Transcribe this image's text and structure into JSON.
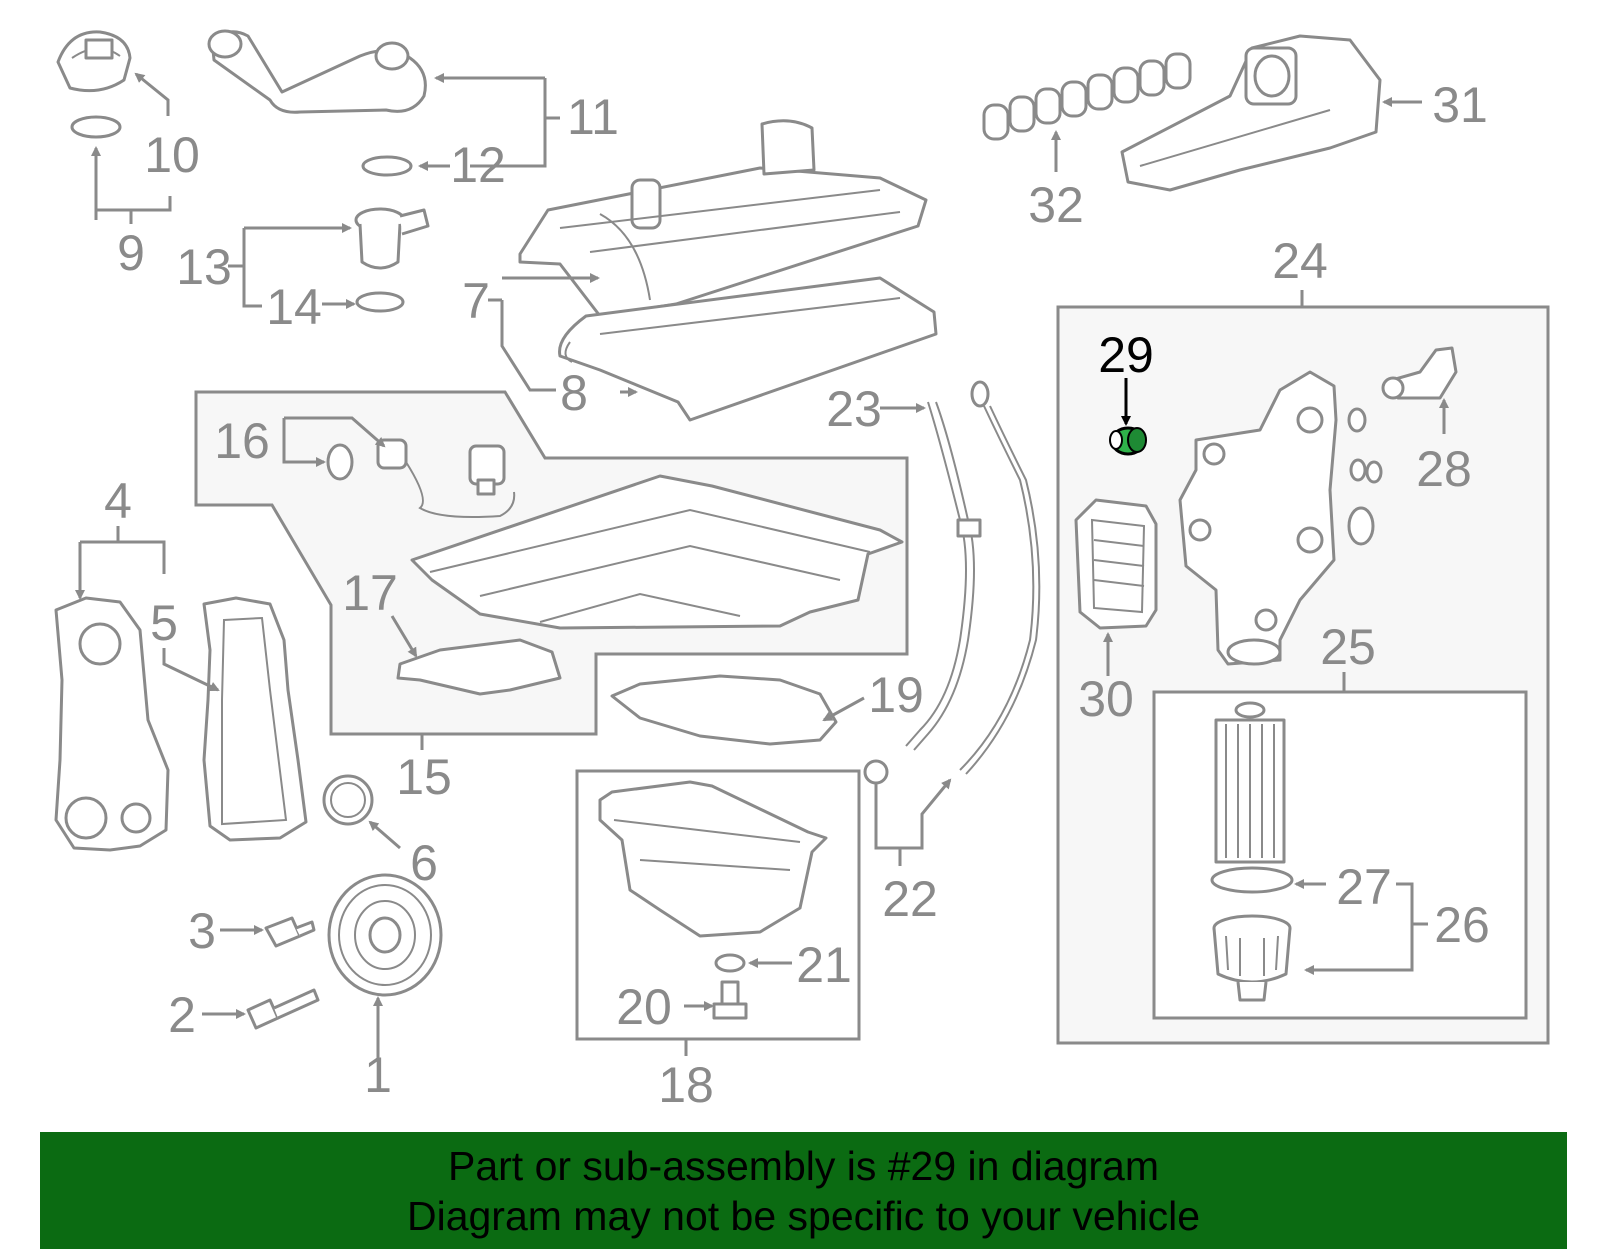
{
  "banner": {
    "line1": "Part or sub-assembly is #29 in diagram",
    "line2": "Diagram may not be specific to your vehicle",
    "background_color": "#0b6b12"
  },
  "highlight": {
    "part_number": "29",
    "color": "#2fb34a"
  },
  "callouts": {
    "c1": "1",
    "c2": "2",
    "c3": "3",
    "c4": "4",
    "c5": "5",
    "c6": "6",
    "c7": "7",
    "c8": "8",
    "c9": "9",
    "c10": "10",
    "c11": "11",
    "c12": "12",
    "c13": "13",
    "c14": "14",
    "c15": "15",
    "c16": "16",
    "c17": "17",
    "c18": "18",
    "c19": "19",
    "c20": "20",
    "c21": "21",
    "c22": "22",
    "c23": "23",
    "c24": "24",
    "c25": "25",
    "c26": "26",
    "c27": "27",
    "c28": "28",
    "c29": "29",
    "c30": "30",
    "c31": "31",
    "c32": "32"
  }
}
